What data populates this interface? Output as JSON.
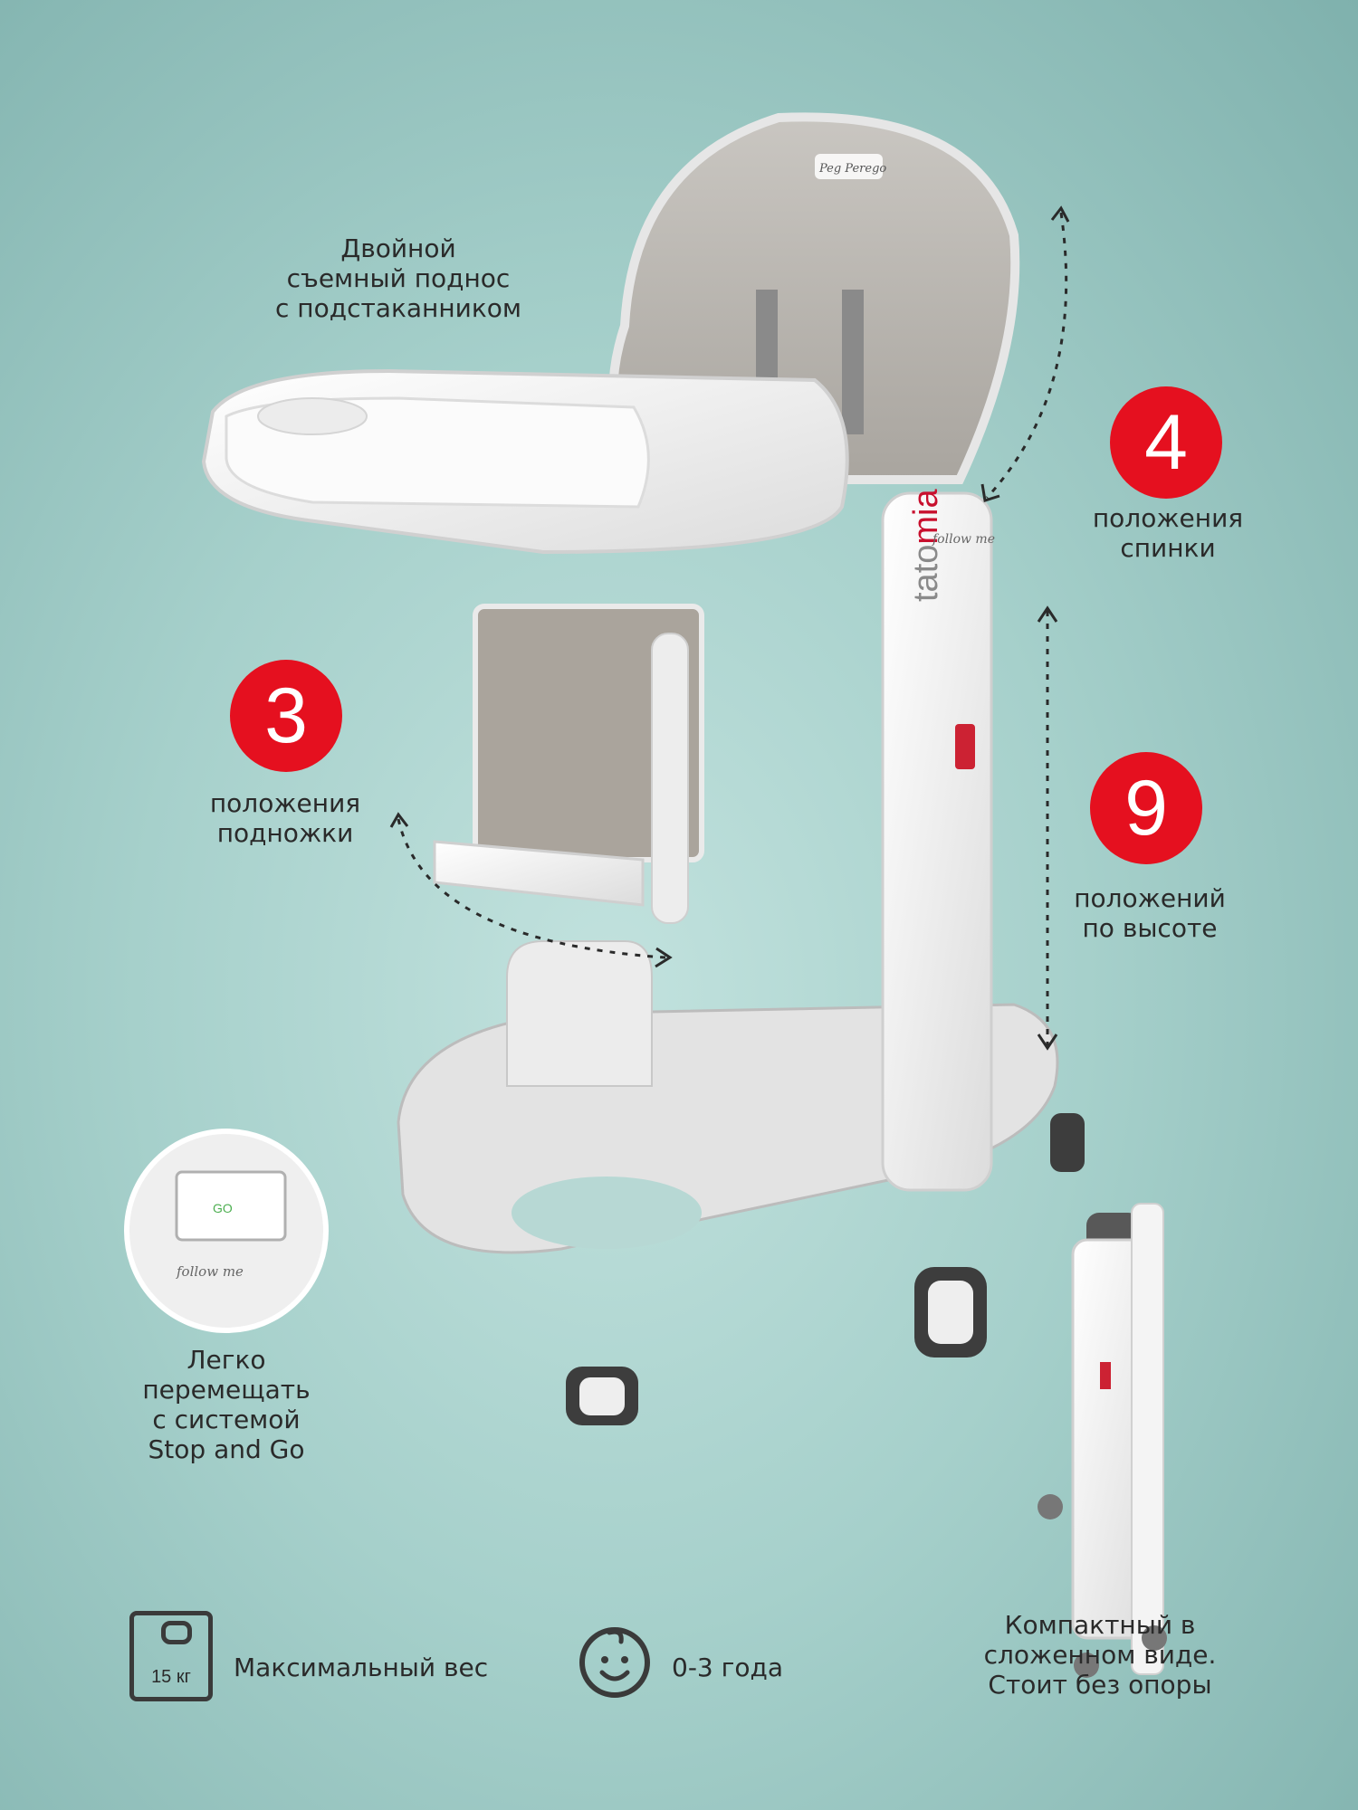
{
  "features": {
    "tray": "Двойной\nсъемный поднос\nс подстаканником",
    "backrest": {
      "number": "4",
      "text": "положения\nспинки"
    },
    "footrest": {
      "number": "3",
      "text": "положения\nподножки"
    },
    "height": {
      "number": "9",
      "text": "положений\nпо высоте"
    },
    "stop_go": "Легко\nперемещать\nс системой\nStop and Go",
    "compact": "Компактный в\nсложенном виде.\nСтоит без опоры"
  },
  "specs": {
    "weight_badge": "15 кг",
    "weight_label": "Максимальный вес",
    "age_label": "0-3 года"
  },
  "product": {
    "brand_seat": "Peg Perego",
    "model_word1": "tato",
    "model_word2": "mia",
    "tagline": "follow me",
    "switch_label": "GO"
  },
  "colors": {
    "accent_red": "#e5101f",
    "background": "#a6d0cb",
    "seat_grey": "#b5b1aa"
  }
}
